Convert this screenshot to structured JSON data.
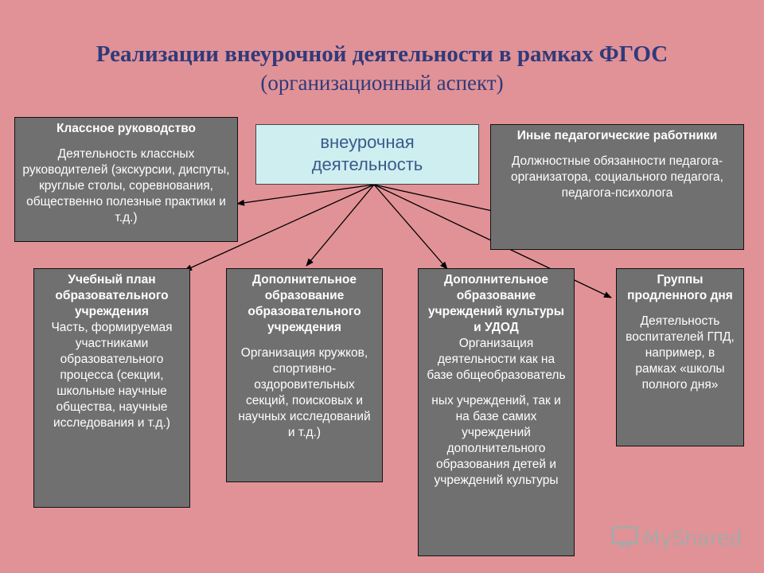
{
  "title": {
    "main": "Реализации внеурочной деятельности в рамках ФГОС",
    "sub": "(организационный аспект)"
  },
  "center": {
    "line1": "внеурочная",
    "line2": "деятельность"
  },
  "boxes": {
    "class_management": {
      "title": "Классное руководство",
      "body": "Деятельность классных руководителей (экскурсии, диспуты, круглые столы, соревнования, общественно полезные практики и т.д.)"
    },
    "other_staff": {
      "title": "Иные педагогические работники",
      "body": "Должностные обязанности педагога-организатора, социального педагога, педагога-психолога"
    },
    "curriculum": {
      "title": "Учебный план образовательного учреждения",
      "body": "Часть, формируемая участниками образовательного процесса (секции, школьные научные общества, научные исследования и т.д.)"
    },
    "extra_education": {
      "title": "Дополнительное образование образовательного учреждения",
      "body": "Организация кружков, спортивно-оздоровительных секций, поисковых и научных исследований и т.д.)"
    },
    "culture_udod": {
      "title": "Дополнительное образование учреждений культуры и УДОД",
      "body1": "Организация деятельности как на базе общеобразователь",
      "body2": "ных учреждений, так и на базе самих учреждений дополнительного образования детей и учреждений культуры"
    },
    "extended_day": {
      "title": "Группы продленного дня",
      "body": "Деятельность воспитателей ГПД, например, в рамках «школы полного дня»"
    }
  },
  "logo": {
    "text": "MyShared",
    "icon": "presentation-icon"
  },
  "colors": {
    "background": "#e19297",
    "box": "#707070",
    "center_box": "#cfeef0",
    "title": "#2f3a7a"
  }
}
